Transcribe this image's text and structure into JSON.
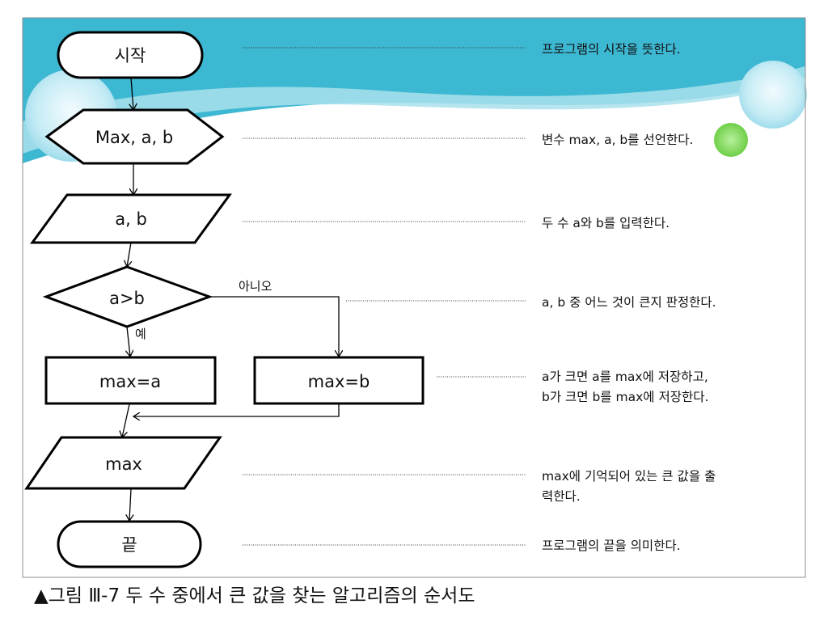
{
  "nodes": [
    {
      "id": "start",
      "shape": "terminal",
      "text": "시작"
    },
    {
      "id": "declare",
      "shape": "preparation",
      "text": "Max, a, b"
    },
    {
      "id": "input",
      "shape": "io",
      "text": "a, b"
    },
    {
      "id": "decision",
      "shape": "decision",
      "text": "a>b"
    },
    {
      "id": "assign-a",
      "shape": "process",
      "text": "max=a"
    },
    {
      "id": "assign-b",
      "shape": "process",
      "text": "max=b"
    },
    {
      "id": "output",
      "shape": "io",
      "text": "max"
    },
    {
      "id": "end",
      "shape": "terminal",
      "text": "끝"
    }
  ],
  "edges": [
    {
      "from": "start",
      "to": "declare",
      "label": ""
    },
    {
      "from": "declare",
      "to": "input",
      "label": ""
    },
    {
      "from": "input",
      "to": "decision",
      "label": ""
    },
    {
      "from": "decision",
      "to": "assign-a",
      "label": "예"
    },
    {
      "from": "decision",
      "to": "assign-b",
      "label": "아니오"
    },
    {
      "from": "assign-b",
      "to": "output",
      "label": ""
    },
    {
      "from": "assign-a",
      "to": "output",
      "label": ""
    },
    {
      "from": "output",
      "to": "end",
      "label": ""
    }
  ],
  "branch_labels": {
    "yes": "예",
    "no": "아니오"
  },
  "descriptions": [
    {
      "for": "start",
      "lines": [
        "프로그램의 시작을 뜻한다."
      ]
    },
    {
      "for": "declare",
      "lines": [
        "변수 max, a, b를 선언한다."
      ]
    },
    {
      "for": "input",
      "lines": [
        "두 수 a와 b를 입력한다."
      ]
    },
    {
      "for": "decision",
      "lines": [
        "a, b 중 어느 것이 큰지 판정한다."
      ]
    },
    {
      "for": "assign",
      "lines": [
        "a가 크면 a를 max에 저장하고,",
        "b가 크면 b를 max에 저장한다."
      ]
    },
    {
      "for": "output",
      "lines": [
        "max에 기억되어 있는 큰 값을 출",
        "력한다."
      ]
    },
    {
      "for": "end",
      "lines": [
        "프로그램의 끝을 의미한다."
      ]
    }
  ],
  "caption": "▲그림 Ⅲ-7 두 수 중에서 큰 값을 찾는 알고리즘의 순서도",
  "colors": {
    "band_top": "#39b6d0",
    "band_light": "#9fdeea",
    "bubble": "#c6ecf5",
    "frame_border": "#8c8c8c",
    "highlight_dot": "#7ed957",
    "shape_stroke": "#000000"
  }
}
